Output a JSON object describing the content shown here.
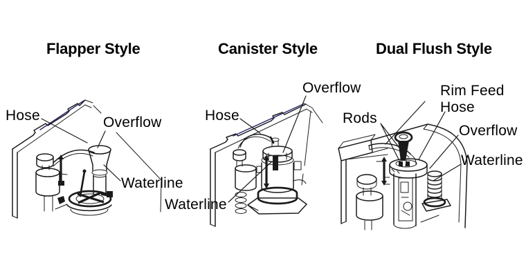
{
  "colors": {
    "background": "#ffffff",
    "line": "#1b1b1b",
    "hose_accent_blue": "#29296a",
    "text": "#000000"
  },
  "figure": {
    "description": "Three labeled cutaway line drawings of toilet tank flush-valve styles",
    "sections": [
      {
        "title": "Flapper Style",
        "labels": {
          "hose": "Hose",
          "overflow": "Overflow",
          "waterline": "Waterline"
        }
      },
      {
        "title": "Canister Style",
        "labels": {
          "hose": "Hose",
          "overflow": "Overflow",
          "waterline": "Waterline"
        }
      },
      {
        "title": "Dual Flush Style",
        "labels": {
          "rods": "Rods",
          "rim_feed_hose_line1": "Rim Feed",
          "rim_feed_hose_line2": "Hose",
          "overflow": "Overflow",
          "waterline": "Waterline"
        }
      }
    ]
  }
}
